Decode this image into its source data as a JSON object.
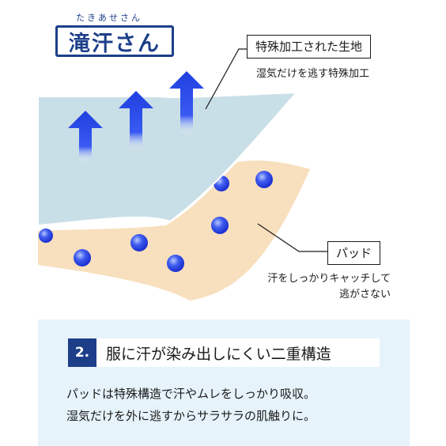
{
  "logo": {
    "furigana": "たきあせさん",
    "name": "滝汗さん"
  },
  "fabric": {
    "label": "特殊加工された生地",
    "description": "湿気だけを逃す特殊加工"
  },
  "pad": {
    "label": "パッド",
    "description_line1": "汗をしっかりキャッチして",
    "description_line2": "逃がさない"
  },
  "section": {
    "number": "2.",
    "heading": "服に汗が染み出しにくい二重構造",
    "body_line1": "パッドは特殊構造で汗やムレをしっかり吸収。",
    "body_line2": "湿気だけを外に逃すからサラサラの肌触りに。"
  },
  "colors": {
    "brand_navy": "#1d3f8a",
    "fabric_layer": "#c9dfe7",
    "pad_layer": "#f8dfbd",
    "arrow_blue": "#1f3fe0",
    "panel_bg": "#e6f3fb"
  }
}
